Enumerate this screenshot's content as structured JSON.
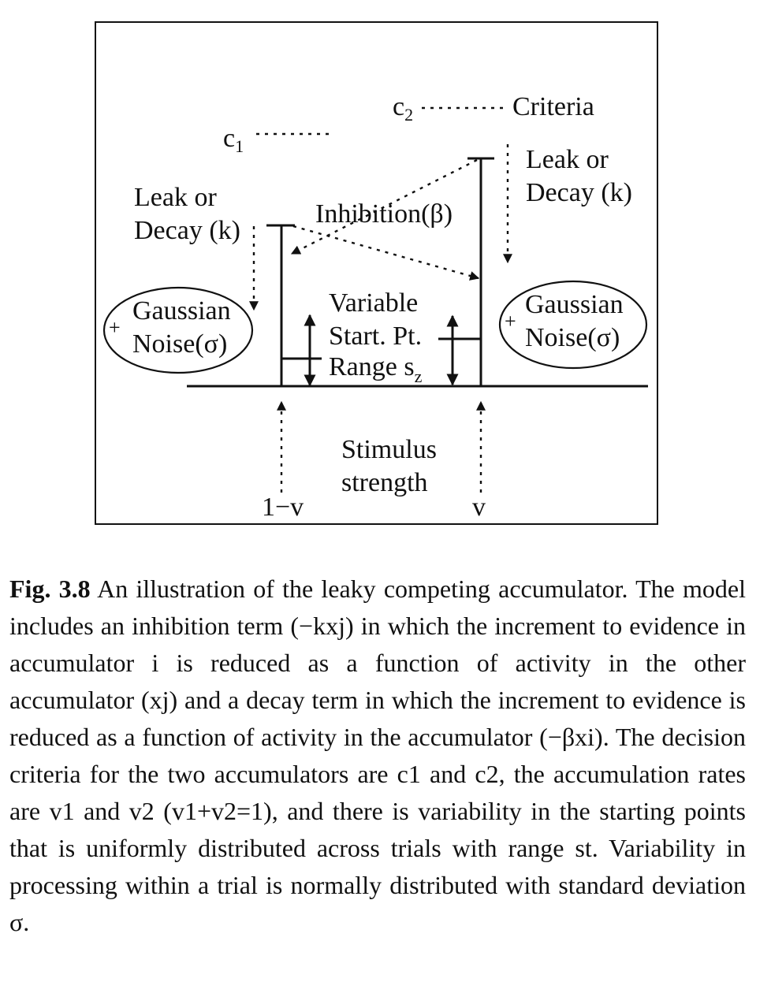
{
  "figure": {
    "labels": {
      "c1": "c",
      "c1_sub": "1",
      "c2": "c",
      "c2_sub": "2",
      "criteria": "Criteria",
      "left_leak_1": "Leak or",
      "left_leak_2": "Decay (k)",
      "right_leak_1": "Leak or",
      "right_leak_2": "Decay (k)",
      "inhibition": "Inhibition(β)",
      "left_noise_plus": "+",
      "left_noise_1": "Gaussian",
      "left_noise_2": "Noise(σ)",
      "right_noise_plus": "+",
      "right_noise_1": "Gaussian",
      "right_noise_2": "Noise(σ)",
      "variable_1": "Variable",
      "variable_2": "Start. Pt.",
      "variable_3": "Range s",
      "variable_3_sub": "z",
      "stimulus_1": "Stimulus",
      "stimulus_2": "strength",
      "input_left": "1−v",
      "input_right": "v"
    }
  },
  "caption": {
    "label": "Fig. 3.8",
    "text": "An illustration of the leaky competing accumulator. The model includes an inhibition term (−kxj) in which the increment to evidence in accumulator i is reduced as a function of activity in the other accumulator (xj) and a decay term in which the increment to evidence is reduced as a function of activity in the accumulator (−βxi). The decision criteria for the two accumulators are c1 and c2, the accumulation rates are v1 and v2 (v1+v2=1), and there is variability in the starting points that is uniformly distributed across trials with range st. Variability in processing within a trial is normally distributed with standard deviation σ."
  }
}
